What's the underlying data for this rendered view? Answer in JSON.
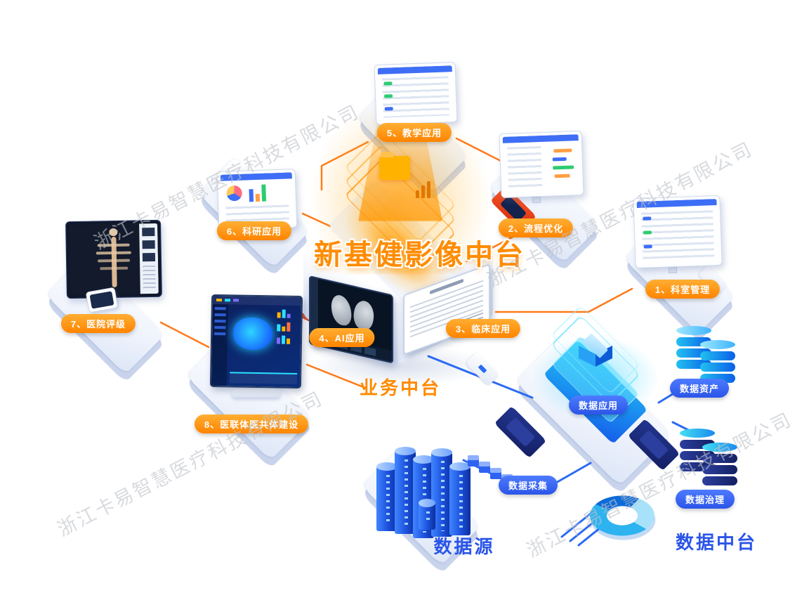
{
  "company_watermark": "浙江卡易智慧医疗科技有限公司",
  "title": "新基健影像中台",
  "sections": {
    "business_platform": "业务中台",
    "data_platform": "数据中台",
    "data_source": "数据源"
  },
  "business_apps": [
    {
      "label": "1、科室管理"
    },
    {
      "label": "2、流程优化"
    },
    {
      "label": "3、临床应用"
    },
    {
      "label": "4、AI应用"
    },
    {
      "label": "5、教学应用"
    },
    {
      "label": "6、科研应用"
    },
    {
      "label": "7、医院评级"
    },
    {
      "label": "8、医联体医共体建设"
    }
  ],
  "data_modules": [
    {
      "label": "数据应用"
    },
    {
      "label": "数据资产"
    },
    {
      "label": "数据采集"
    },
    {
      "label": "数据治理"
    }
  ],
  "colors": {
    "accent_orange": "#ff8a00",
    "accent_blue": "#2b55e8",
    "line_orange": "#ff7a1a",
    "line_red": "#e04a22",
    "line_blue": "#2b6bf3",
    "glow_cyan": "#18cdf8"
  }
}
